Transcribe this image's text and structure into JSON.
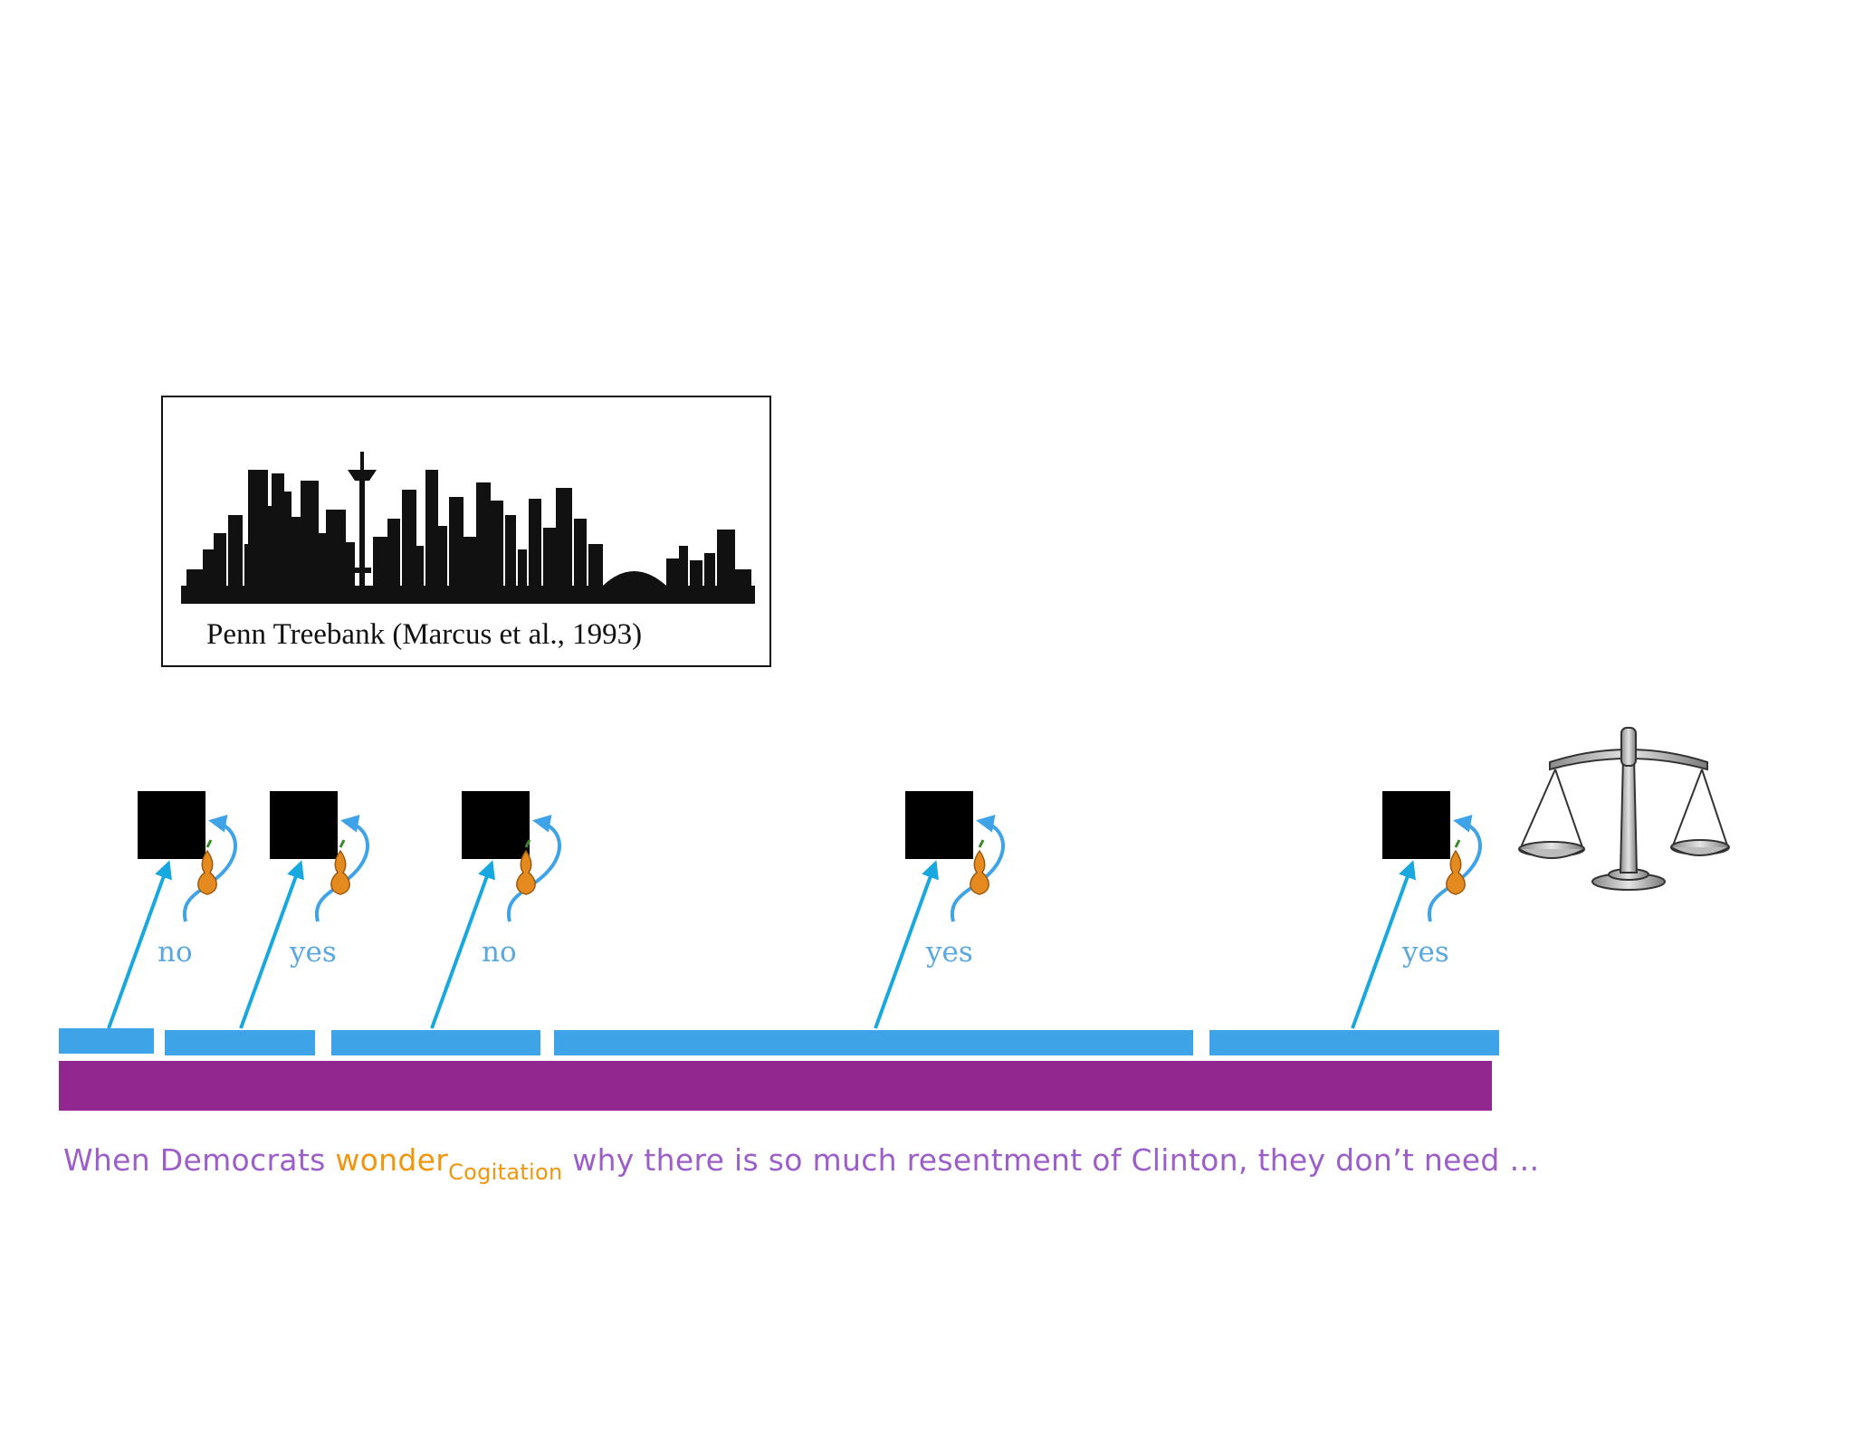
{
  "corpus_box": {
    "caption": "Penn Treebank (Marcus et al., 1993)"
  },
  "decisions": [
    {
      "label": "no"
    },
    {
      "label": "yes"
    },
    {
      "label": "no"
    },
    {
      "label": "yes"
    },
    {
      "label": "yes"
    }
  ],
  "sentence": {
    "before": "When Democrats ",
    "target": "wonder",
    "frame": "Cogitation",
    "after": " why there is so much resentment of Clinton, they don’t need …"
  },
  "icons": [
    "city-skyline-icon",
    "black-box-icon",
    "squash-icon",
    "balance-scale-icon"
  ],
  "colors": {
    "segment": "#3fa3e8",
    "arrow": "#18a8e0",
    "sentence_bar": "#92288f",
    "sentence_text": "#9c5fc9",
    "highlight": "#f0960f"
  }
}
